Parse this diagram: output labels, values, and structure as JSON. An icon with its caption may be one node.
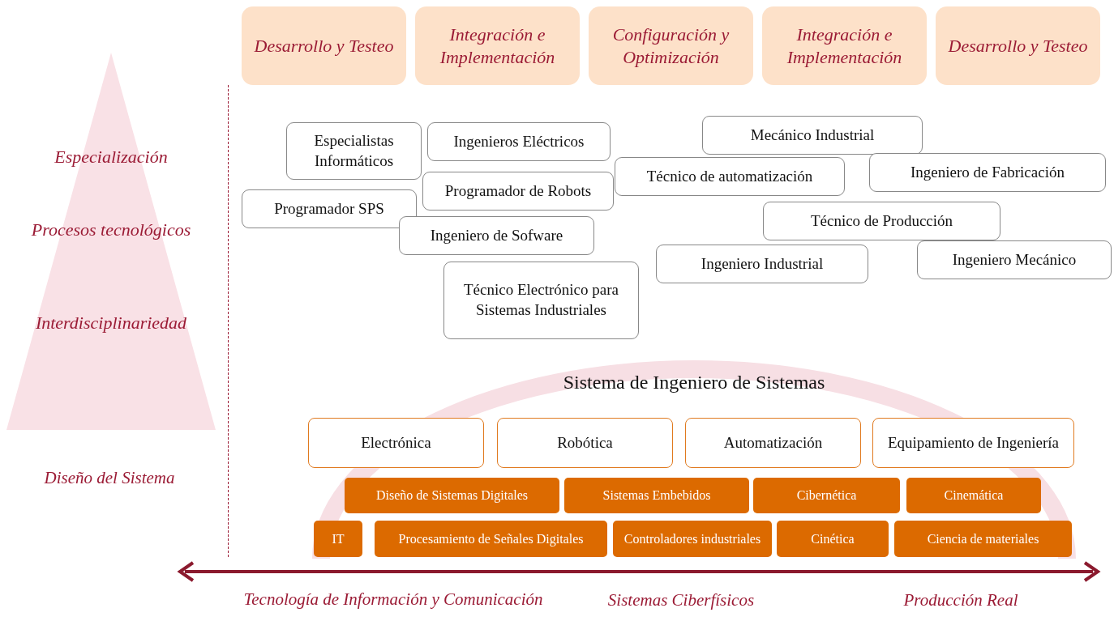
{
  "diagram": {
    "nodes": [
      {
        "text": [
          "Desarrollo y Testeo"
        ]
      },
      {
        "text": [
          "Integración e Implementación"
        ]
      },
      {
        "text": [
          "Configuración y Optimización"
        ]
      },
      {
        "text": [
          "Integración e Implementación"
        ]
      },
      {
        "text": [
          "Desarrollo y Testeo"
        ]
      },
      {
        "text": [
          "Especialización",
          "Procesos tecnológicos",
          "Interdisciplinariedad"
        ]
      },
      {
        "text": [
          "Especialistas Informáticos"
        ]
      },
      {
        "text": [
          "Ingenieros Eléctricos"
        ]
      },
      {
        "text": [
          "Programador de Robots"
        ]
      },
      {
        "text": [
          "Programador SPS"
        ]
      },
      {
        "text": [
          "Ingeniero de Sofware"
        ]
      },
      {
        "text": [
          "Técnico Electrónico para Sistemas Industriales"
        ]
      },
      {
        "text": [
          "Mecánico Industrial"
        ]
      },
      {
        "text": [
          "Técnico de automatización"
        ]
      },
      {
        "text": [
          "Ingeniero de Fabricación"
        ]
      },
      {
        "text": [
          "Técnico de Producción"
        ]
      },
      {
        "text": [
          "Ingeniero Industrial"
        ]
      },
      {
        "text": [
          "Ingeniero Mecánico"
        ]
      },
      {
        "text": [
          "Sistema de Ingeniero de Sistemas"
        ]
      },
      {
        "text": [
          "Electrónica"
        ],
        "in": 18
      },
      {
        "text": [
          "Robótica"
        ],
        "in": 18
      },
      {
        "text": [
          "Automatización"
        ],
        "in": 18
      },
      {
        "text": [
          "Equipamiento de Ingeniería"
        ],
        "in": 18
      },
      {
        "text": [
          "Diseño de Sistemas Digitales"
        ],
        "in": 18
      },
      {
        "text": [
          "Sistemas Embebidos"
        ],
        "in": 18
      },
      {
        "text": [
          "Cibernética"
        ],
        "in": 18
      },
      {
        "text": [
          "Cinemática"
        ],
        "in": 18
      },
      {
        "text": [
          "IT"
        ],
        "in": 18
      },
      {
        "text": [
          "Procesamiento de Señales Digitales"
        ],
        "in": 18
      },
      {
        "text": [
          "Controladores industriales"
        ],
        "in": 18
      },
      {
        "text": [
          "Cinética"
        ],
        "in": 18
      },
      {
        "text": [
          "Ciencia de materiales"
        ],
        "in": 18
      }
    ],
    "labels": [
      "Diseño del Sistema",
      "Tecnología de Información y Comunicación",
      "Sistemas Ciberfísicos",
      "Producción Real"
    ]
  }
}
